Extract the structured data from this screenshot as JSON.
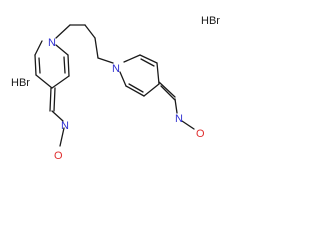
{
  "labels": {
    "hbr_top": "HBr",
    "hbr_left": "HBr",
    "n1": "N",
    "n2": "N",
    "n_oxime_left": "N",
    "n_oxime_right": "N",
    "o_left": "O",
    "o_right": "O"
  },
  "colors": {
    "bond": "#1a1a1a",
    "nitrogen": "#2f2fd0",
    "oxygen": "#e03030",
    "text": "#1a1a1a"
  }
}
